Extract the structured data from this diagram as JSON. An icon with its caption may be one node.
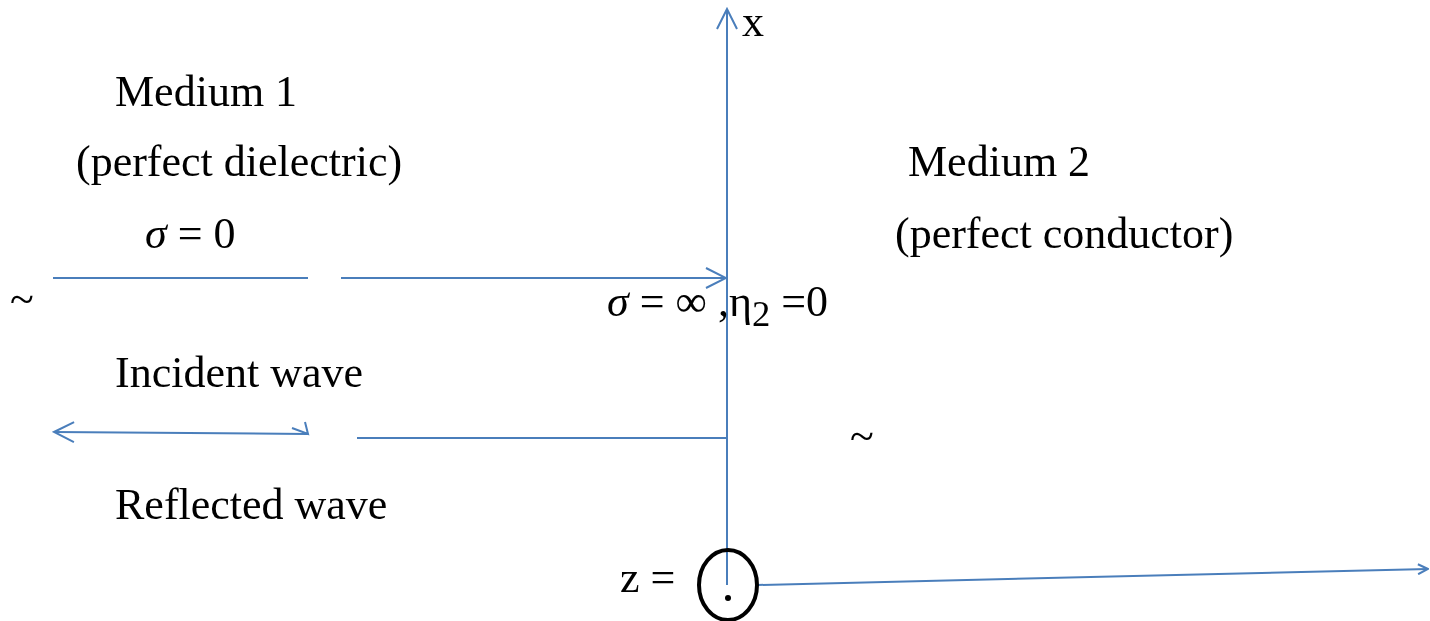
{
  "diagram": {
    "labels": [
      "x",
      "Medium 1",
      "(perfect dielectric)",
      "Medium 2",
      "*σ* = 0",
      "(perfect conductor)",
      "~",
      "*σ* = ∞ ,η$_{2}$ =0",
      "Incident wave",
      "~",
      "Reflected wave",
      "z ="
    ]
  }
}
